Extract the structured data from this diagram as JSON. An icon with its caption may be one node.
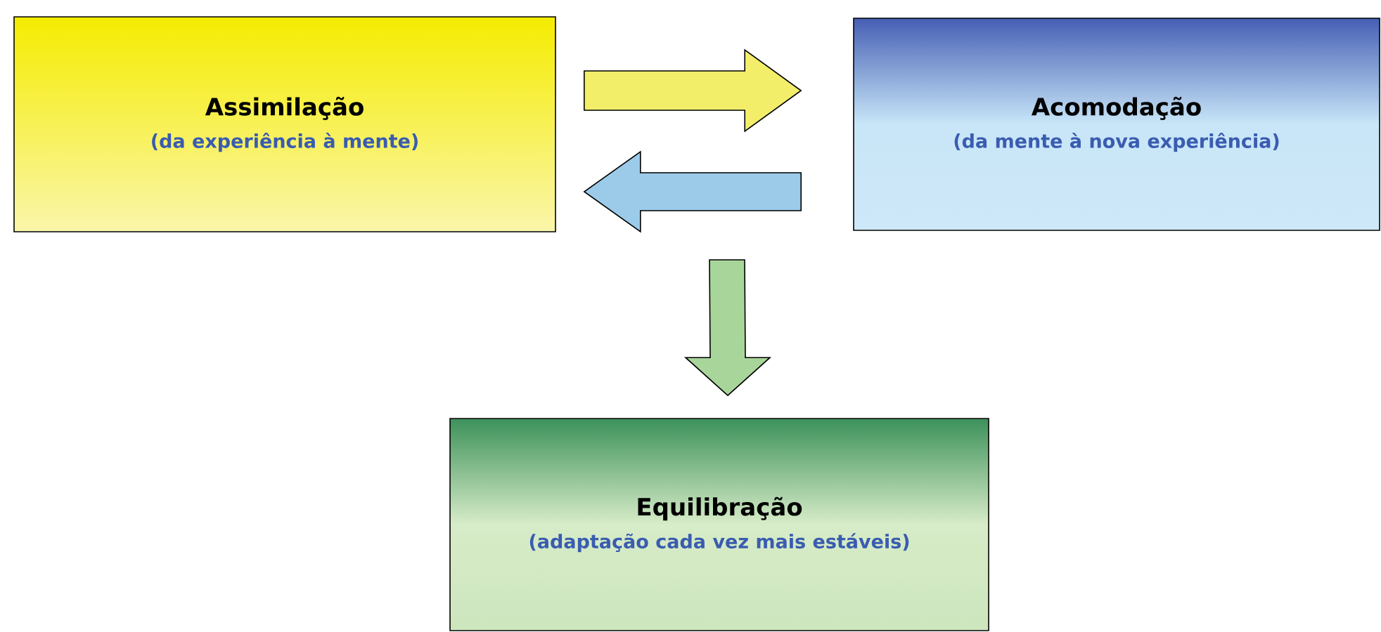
{
  "diagram": {
    "nodes": [
      {
        "text": [
          "Assimilação",
          "(da experiência à mente)"
        ]
      },
      {
        "text": [
          "Acomodação",
          "(da mente à nova experiência)"
        ]
      },
      {
        "text": [
          "Equilibração",
          "(adaptação cada vez mais estáveis)"
        ]
      }
    ],
    "edges": [
      {
        "from": 0,
        "to": 1,
        "arrow": "to",
        "color": "#f3ee6a"
      },
      {
        "from": 1,
        "to": 0,
        "arrow": "to",
        "color": "#9ccbea"
      },
      {
        "from": null,
        "to": 2,
        "arrow": "to",
        "color": "#a8d69a"
      }
    ]
  }
}
